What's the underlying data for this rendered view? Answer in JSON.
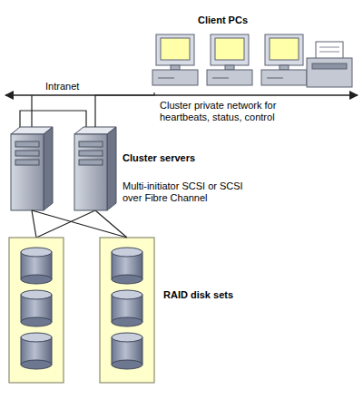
{
  "diagram": {
    "nodes": [
      {
        "text": [
          "Client PCs"
        ]
      },
      {
        "text": [
          "Cluster servers"
        ]
      },
      {
        "text": [
          "RAID disk sets"
        ]
      }
    ],
    "edges": [
      {
        "from": 0,
        "to": 1,
        "arrow": "none",
        "label": "Intranet"
      },
      {
        "from": 1,
        "to": 2,
        "arrow": "none",
        "label": "Multi-initiator SCSI or SCSI over Fibre Channel"
      }
    ],
    "labels": [
      "Cluster private network for heartbeats, status, control"
    ]
  }
}
